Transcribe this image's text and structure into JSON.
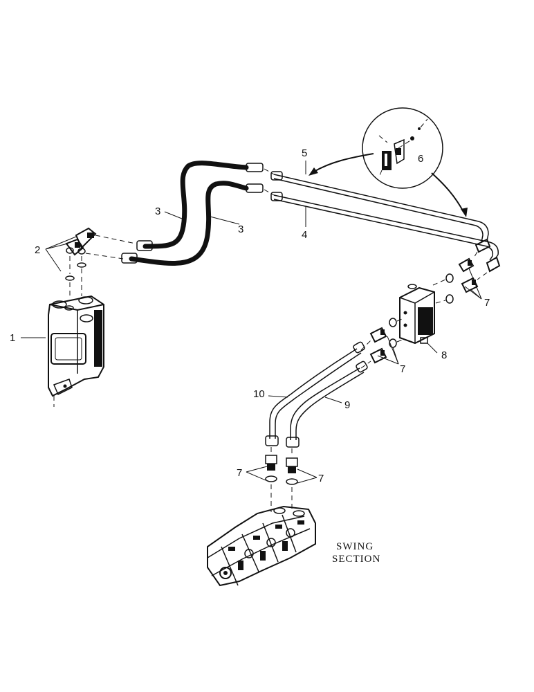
{
  "callouts": {
    "pump": "1",
    "elbow_fittings": "2",
    "hose_upper": "3",
    "hose_lower": "3",
    "tube_lower": "4",
    "tube_upper": "5",
    "clamp_detail": "6",
    "fittings_right": "7",
    "fittings_middle": "7",
    "fittings_valve_left": "7",
    "fittings_valve_right": "7",
    "swivel_block": "8",
    "tube_short": "9",
    "tube_long": "10"
  },
  "caption": {
    "line1": "SWING",
    "line2": "SECTION"
  },
  "colors": {
    "ink": "#111111",
    "background": "#ffffff"
  }
}
